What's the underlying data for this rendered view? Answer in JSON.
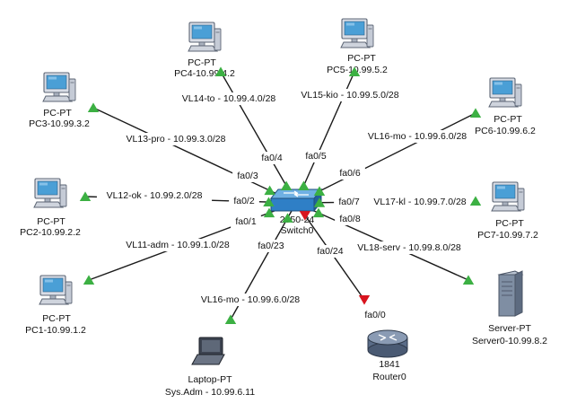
{
  "colors": {
    "link": "#1a1a1a",
    "link_up": "#3cb043",
    "link_down": "#d8141e",
    "pc_body": "#d9dde6",
    "screen": "#4a9fd6",
    "switch_body": "#2f7fc6",
    "router_body": "#5a6c88",
    "server_body": "#7f8ea3"
  },
  "switch": {
    "model": "2950-24",
    "name": "Switch0",
    "icon": "switch-icon"
  },
  "devices": [
    {
      "id": "pc4",
      "type": "PC-PT",
      "label": "PC4-10.99.4.2",
      "icon": "pc-icon",
      "port": "fa0/4",
      "vlan": "VL14-to - 10.99.4.0/28"
    },
    {
      "id": "pc5",
      "type": "PC-PT",
      "label": "PC5-10.99.5.2",
      "icon": "pc-icon",
      "port": "fa0/5",
      "vlan": "VL15-kio - 10.99.5.0/28"
    },
    {
      "id": "pc3",
      "type": "PC-PT",
      "label": "PC3-10.99.3.2",
      "icon": "pc-icon",
      "port": "fa0/3",
      "vlan": "VL13-pro - 10.99.3.0/28"
    },
    {
      "id": "pc6",
      "type": "PC-PT",
      "label": "PC6-10.99.6.2",
      "icon": "pc-icon",
      "port": "fa0/6",
      "vlan": "VL16-mo - 10.99.6.0/28"
    },
    {
      "id": "pc2",
      "type": "PC-PT",
      "label": "PC2-10.99.2.2",
      "icon": "pc-icon",
      "port": "fa0/2",
      "vlan": "VL12-ok - 10.99.2.0/28"
    },
    {
      "id": "pc7",
      "type": "PC-PT",
      "label": "PC7-10.99.7.2",
      "icon": "pc-icon",
      "port": "fa0/7",
      "vlan": "VL17-kl - 10.99.7.0/28"
    },
    {
      "id": "pc1",
      "type": "PC-PT",
      "label": "PC1-10.99.1.2",
      "icon": "pc-icon",
      "port": "fa0/1",
      "vlan": "VL11-adm - 10.99.1.0/28"
    },
    {
      "id": "server0",
      "type": "Server-PT",
      "label": "Server0-10.99.8.2",
      "icon": "server-icon",
      "port": "fa0/8",
      "vlan": "VL18-serv - 10.99.8.0/28"
    },
    {
      "id": "laptop",
      "type": "Laptop-PT",
      "label": "Sys.Adm - 10.99.6.11",
      "icon": "laptop-icon",
      "port": "fa0/23",
      "vlan": "VL16-mo - 10.99.6.0/28"
    },
    {
      "id": "router0",
      "type": "1841",
      "label": "Router0",
      "icon": "router-icon",
      "port": "fa0/24",
      "remote_port": "fa0/0",
      "status": "down"
    }
  ]
}
